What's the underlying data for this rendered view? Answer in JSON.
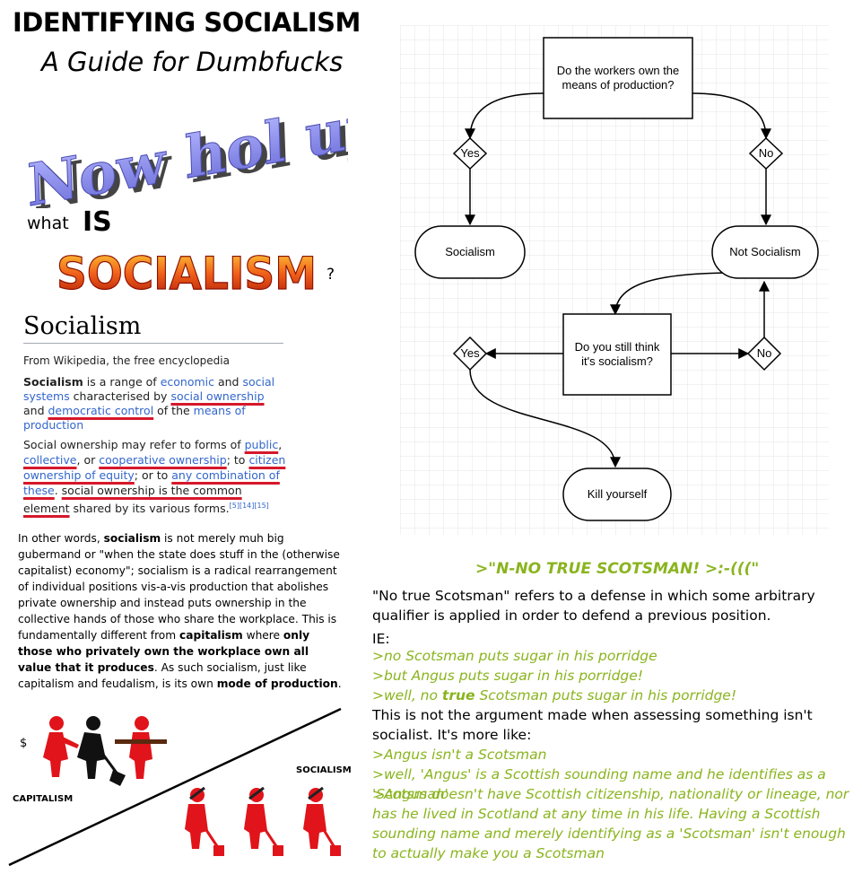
{
  "header": {
    "title": "IDENTIFYING SOCIALISM",
    "subtitle": "A Guide for Dumbfucks"
  },
  "wordart": {
    "now_hol_up": "Now hol up",
    "what": "what",
    "is": "IS",
    "socialism": "SOCIALISM",
    "question": "?"
  },
  "wiki": {
    "title": "Socialism",
    "from": "From Wikipedia, the free encyclopedia",
    "p1": {
      "term": "Socialism",
      "t1": " is a range of ",
      "l1": "economic",
      "t2": " and ",
      "l2": "social systems",
      "t3": " characterised by ",
      "l3": "social ownership",
      "t4": " and ",
      "l4": "democratic control",
      "t5": " of the ",
      "l5": "means of production"
    },
    "p2": {
      "t1": "Social ownership may refer to forms of ",
      "l1": "public",
      "t2": ", ",
      "l2": "collective",
      "t3": ", or ",
      "l3": "cooperative ownership",
      "t4": "; to ",
      "l4": "citizen ownership of equity",
      "t5": "; or to ",
      "l5": "any combination of these",
      "t6": ". ",
      "l6": "social ownership is the common element",
      "t7": " shared by its various forms.",
      "refs": "[5][14][15]"
    }
  },
  "other_words": {
    "t1": "In other words, ",
    "b1": "socialism",
    "t2": " is not merely muh big gubermand or \"when the state does stuff in the (otherwise capitalist) economy\"; socialism is a radical rearrangement of individual positions vis-a-vis production that abolishes private ownership and instead puts ownership in the collective hands of those who share the workplace. This is fundamentally different from ",
    "b2": "capitalism",
    "t3": " where ",
    "b3": "only those who privately own the workplace own all value that it produces",
    "t4": ". As such socialism, just like capitalism and feudalism, is its own ",
    "b4": "mode of production",
    "t5": "."
  },
  "illustration": {
    "capitalism_label": "CAPITALISM",
    "socialism_label": "SOCIALISM"
  },
  "flowchart": {
    "q1": "Do the workers own the means of production?",
    "yes1": "Yes",
    "no1": "No",
    "socialism": "Socialism",
    "not_socialism": "Not Socialism",
    "q2": "Do you still think it's socialism?",
    "yes2": "Yes",
    "no2": "No",
    "kill": "Kill yourself"
  },
  "scotsman": {
    "heading": ">\"N-NO TRUE SCOTSMAN! >:-(((\"",
    "def": "\"No true Scotsman\" refers to a defense in which some arbitrary qualifier is applied in order to defend a previous position.",
    "ie": "IE:",
    "g1": ">no Scotsman puts sugar in his porridge",
    "g2": ">but Angus puts sugar in his porridge!",
    "g3a": ">well, no ",
    "g3b": "true",
    "g3c": " Scotsman puts sugar in his porridge!",
    "not_arg": "This is not the argument made when assessing something isn't socialist. It's more like:",
    "g4": ">Angus isn't a Scotsman",
    "g5": ">well, 'Angus' is a Scottish sounding name and he identifies as a 'Scotsman'",
    "g6": ">Angus doesn't have Scottish citizenship, nationality or lineage, nor has he lived in Scotland at any time in his life. Having a Scottish sounding name and merely identifying as a 'Scotsman' isn't enough to actually make you a Scotsman"
  },
  "colors": {
    "wordart_blue": "#8a8cf0",
    "fire_orange": "#e8520e",
    "link_blue": "#3366cc",
    "underline_red": "#d6182b",
    "greentext": "#8ab41e"
  }
}
